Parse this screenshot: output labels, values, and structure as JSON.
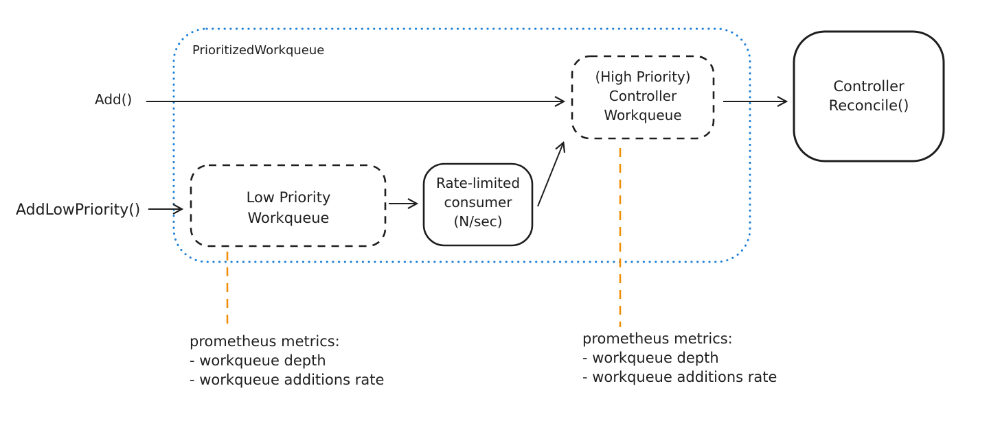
{
  "colors": {
    "stroke": "#1e1e1e",
    "blue": "#1c7ed6",
    "orange": "#f08c00",
    "yellow_fill": "#fbe38f",
    "pink_fill": "#f8c6c6",
    "green_fill": "#abecb6",
    "blue_fill": "#a7d7f9"
  },
  "container": {
    "label": "PrioritizedWorkqueue"
  },
  "inputs": {
    "add_label": "Add()",
    "add_low_priority_label": "AddLowPriority()"
  },
  "nodes": {
    "low_priority_workqueue": {
      "lines": [
        "Low Priority",
        "Workqueue"
      ]
    },
    "rate_limited_consumer": {
      "lines": [
        "Rate-limited",
        "consumer",
        "(N/sec)"
      ]
    },
    "high_priority_workqueue": {
      "lines": [
        "(High Priority)",
        "Controller",
        "Workqueue"
      ]
    },
    "controller_reconcile": {
      "lines": [
        "Controller",
        "Reconcile()"
      ]
    }
  },
  "metrics_left": {
    "lines": [
      "prometheus metrics:",
      "- workqueue depth",
      "- workqueue additions rate"
    ]
  },
  "metrics_right": {
    "lines": [
      "prometheus metrics:",
      "- workqueue depth",
      "- workqueue additions rate"
    ]
  }
}
